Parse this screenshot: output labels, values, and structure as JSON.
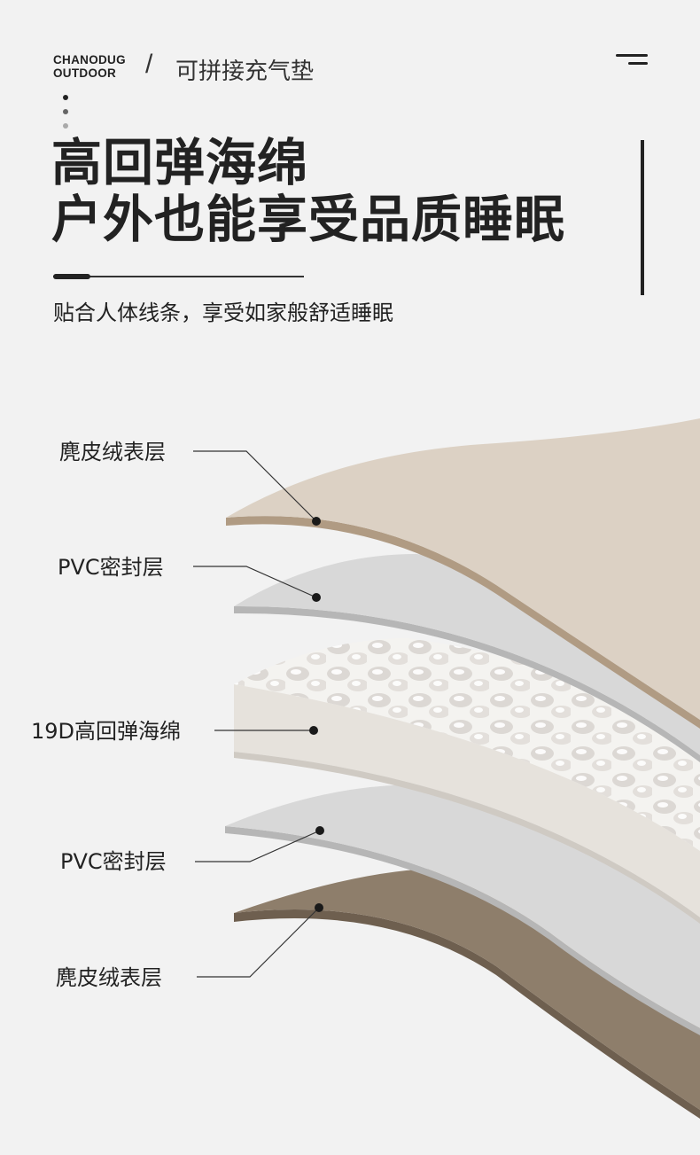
{
  "brand": {
    "line1": "CHANODUG",
    "line2": "OUTDOOR"
  },
  "header": {
    "separator": "/",
    "subtitle": "可拼接充气垫"
  },
  "headline": {
    "line1": "高回弹海绵",
    "line2": "户外也能享受品质睡眠"
  },
  "tagline": "贴合人体线条，享受如家般舒适睡眠",
  "colors": {
    "suede_top": "#dcd1c4",
    "suede_top_edge": "#b09b83",
    "pvc": "#d8d8d8",
    "pvc_edge": "#b6b6b6",
    "foam": "#e6e2dc",
    "suede_bottom": "#8e7e6b",
    "suede_bottom_edge": "#6e5f4f"
  },
  "layers": [
    {
      "label": "麂皮绒表层"
    },
    {
      "label": "PVC密封层"
    },
    {
      "label": "19D高回弹海绵"
    },
    {
      "label": "PVC密封层"
    },
    {
      "label": "麂皮绒表层"
    }
  ]
}
